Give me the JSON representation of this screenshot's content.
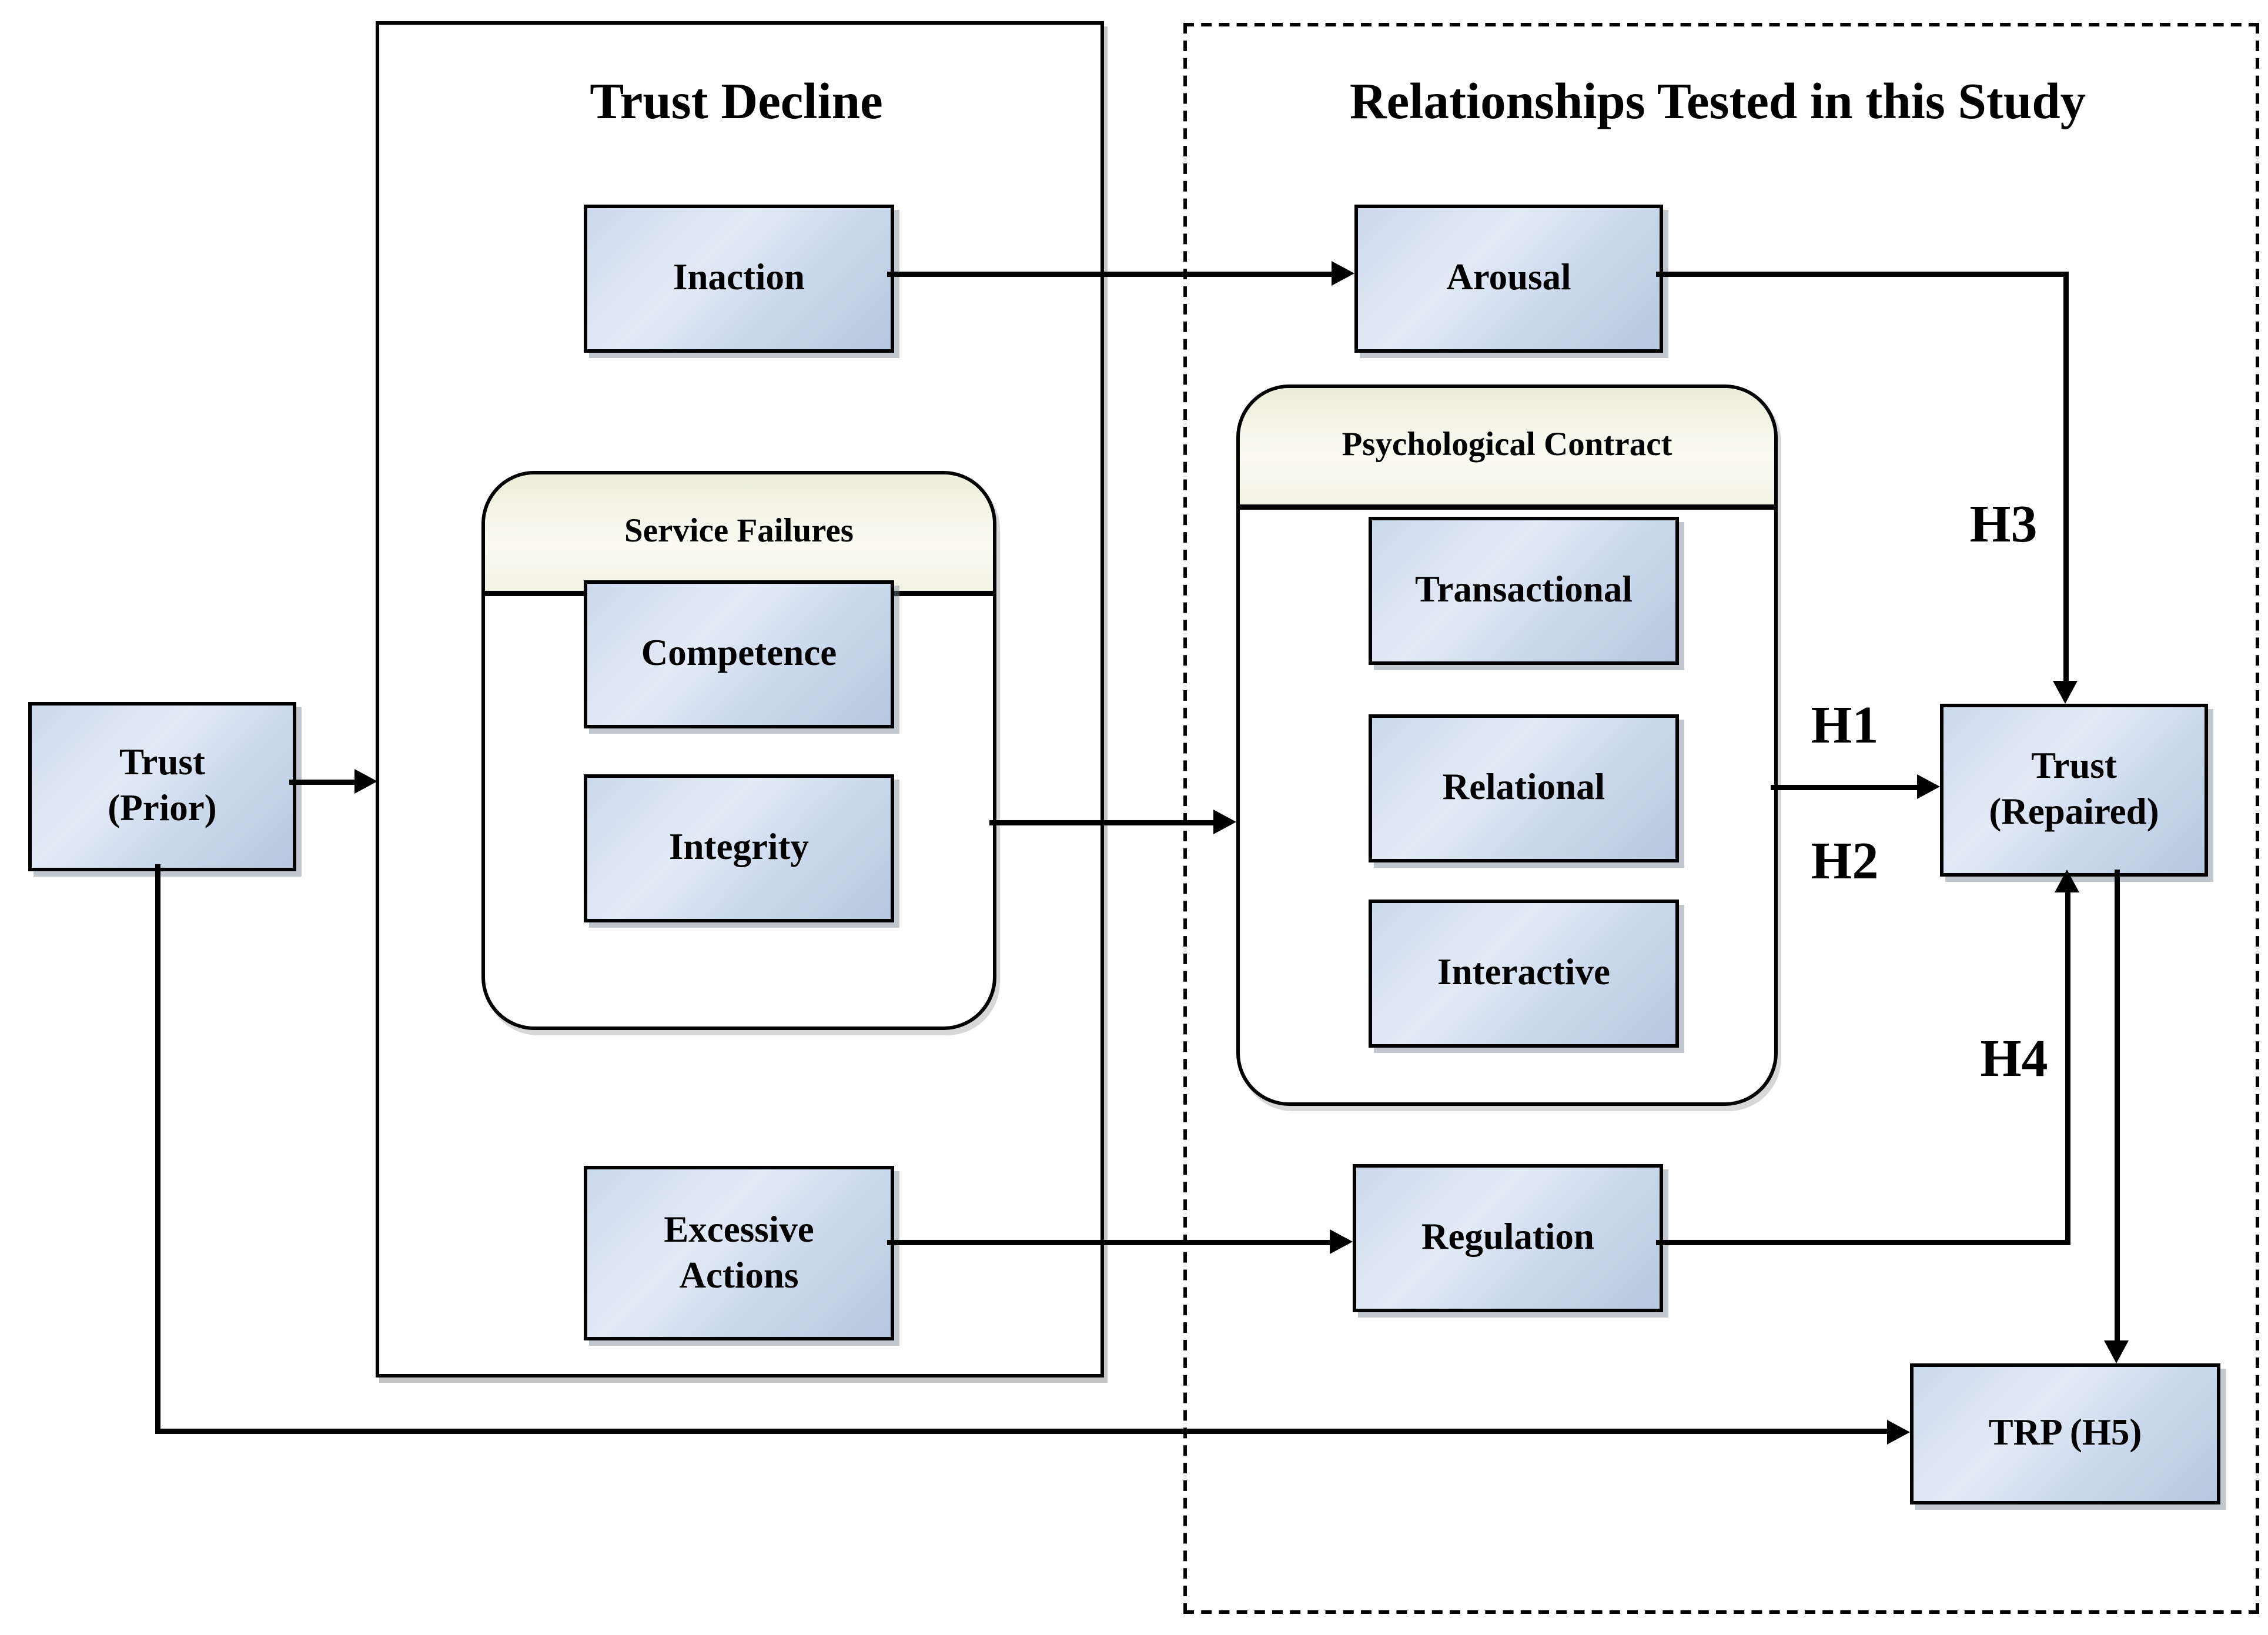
{
  "diagram": {
    "groups": {
      "trust_decline": {
        "title": "Trust Decline"
      },
      "relationships": {
        "title": "Relationships Tested in this Study"
      },
      "service_failures": {
        "title": "Service Failures"
      },
      "psychological_contract": {
        "title": "Psychological Contract"
      }
    },
    "nodes": {
      "trust_prior": {
        "label": "Trust\n(Prior)"
      },
      "inaction": {
        "label": "Inaction"
      },
      "competence": {
        "label": "Competence"
      },
      "integrity": {
        "label": "Integrity"
      },
      "excessive_actions": {
        "label": "Excessive\nActions"
      },
      "arousal": {
        "label": "Arousal"
      },
      "transactional": {
        "label": "Transactional"
      },
      "relational": {
        "label": "Relational"
      },
      "interactive": {
        "label": "Interactive"
      },
      "regulation": {
        "label": "Regulation"
      },
      "trust_repaired": {
        "label": "Trust\n(Repaired)"
      },
      "trp": {
        "label": "TRP (H5)"
      }
    },
    "hypotheses": {
      "h1": "H1",
      "h2": "H2",
      "h3": "H3",
      "h4": "H4"
    },
    "edges": [
      {
        "from": "trust_prior",
        "to": "trust_decline_group",
        "label": ""
      },
      {
        "from": "inaction",
        "to": "arousal",
        "label": ""
      },
      {
        "from": "arousal",
        "to": "trust_repaired",
        "label": "H3"
      },
      {
        "from": "service_failures_group",
        "to": "psychological_contract_group",
        "label": ""
      },
      {
        "from": "psychological_contract_group",
        "to": "trust_repaired",
        "label": "H1 H2"
      },
      {
        "from": "excessive_actions",
        "to": "regulation",
        "label": ""
      },
      {
        "from": "regulation",
        "to": "trust_repaired",
        "label": "H4"
      },
      {
        "from": "trust_repaired",
        "to": "trp",
        "label": ""
      },
      {
        "from": "trust_prior",
        "to": "trp",
        "label": ""
      }
    ],
    "colors": {
      "box_fill_light": "#e2eaf6",
      "box_fill_dark": "#b5c8e0",
      "box_border": "#000000",
      "header_fill": "#f2f3e4",
      "line": "#000000",
      "background": "#ffffff"
    }
  }
}
